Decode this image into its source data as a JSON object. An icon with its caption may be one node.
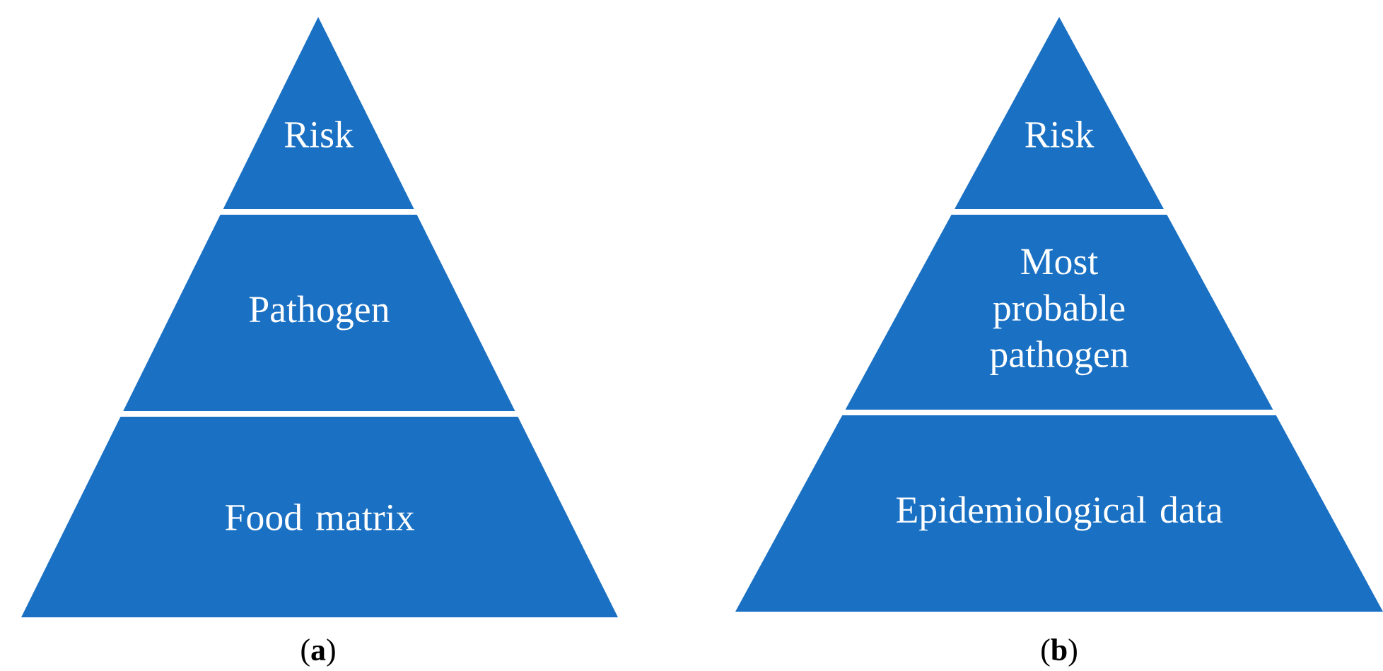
{
  "diagram": {
    "nodes": [
      {
        "text": [
          "Risk"
        ]
      },
      {
        "text": [
          "Pathogen"
        ]
      },
      {
        "text": [
          "Food matrix"
        ]
      },
      {
        "text": [
          "Risk"
        ]
      },
      {
        "text": [
          "Most probable pathogen"
        ]
      },
      {
        "text": [
          "Epidemiological data"
        ]
      }
    ],
    "labels": [
      "(**a**)",
      "(**b**)"
    ]
  }
}
